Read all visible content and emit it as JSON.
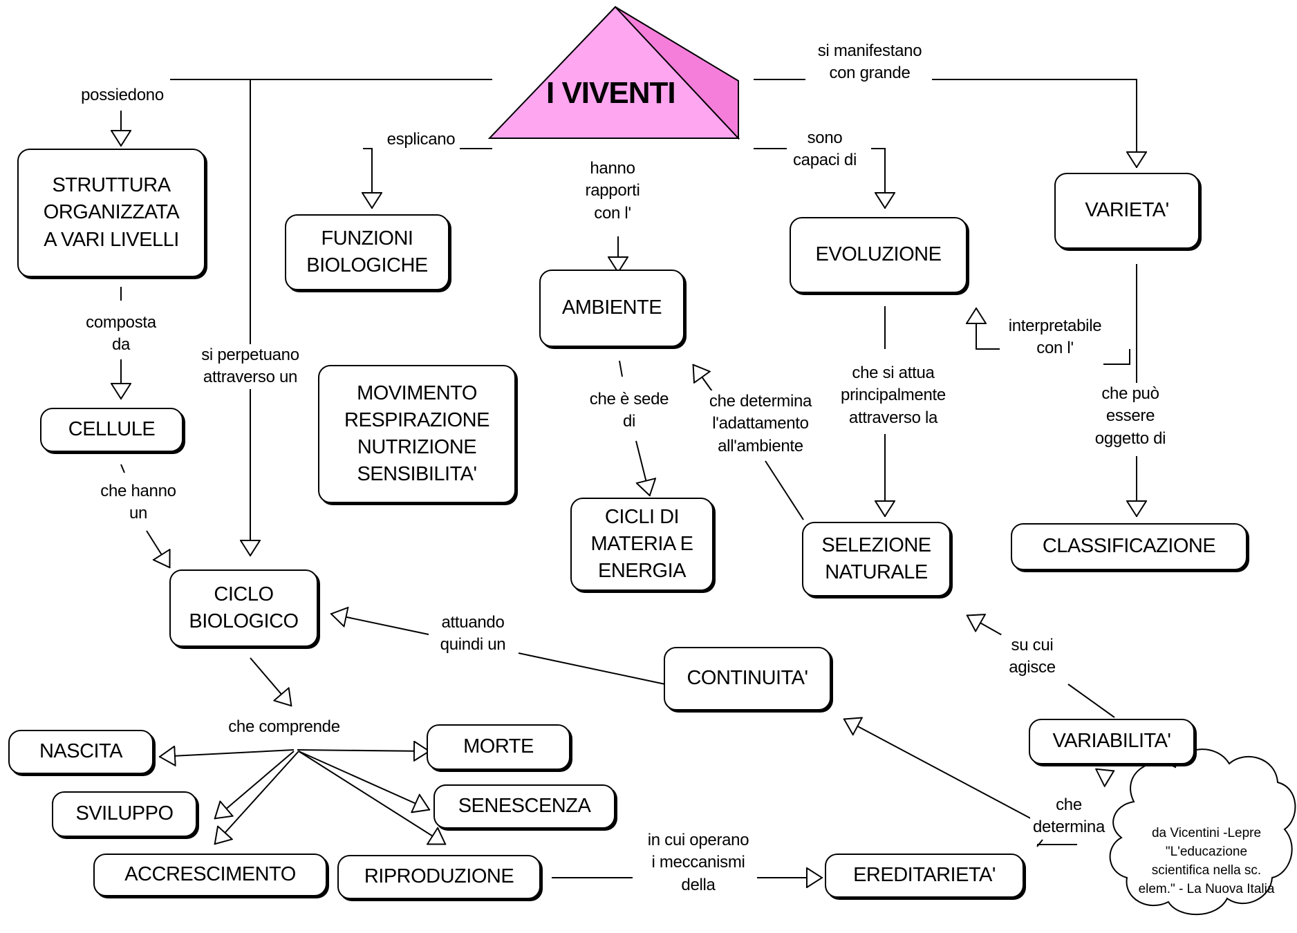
{
  "title": "I VIVENTI",
  "colors": {
    "pyramid_front": "#FFA6F0",
    "pyramid_side": "#F57EDB",
    "line": "#000000"
  },
  "nodes": {
    "struttura": "STRUTTURA\nORGANIZZATA\nA VARI LIVELLI",
    "funzioni": "FUNZIONI\nBIOLOGICHE",
    "ambiente": "AMBIENTE",
    "evoluzione": "EVOLUZIONE",
    "varieta": "VARIETA'",
    "cellule": "CELLULE",
    "movimento": "MOVIMENTO\nRESPIRAZIONE\nNUTRIZIONE\nSENSIBILITA'",
    "cicli": "CICLI DI\nMATERIA E\nENERGIA",
    "selezione": "SELEZIONE\nNATURALE",
    "classificazione": "CLASSIFICAZIONE",
    "ciclo": "CICLO\nBIOLOGICO",
    "continuita": "CONTINUITA'",
    "nascita": "NASCITA",
    "morte": "MORTE",
    "sviluppo": "SVILUPPO",
    "senescenza": "SENESCENZA",
    "accrescimento": "ACCRESCIMENTO",
    "riproduzione": "RIPRODUZIONE",
    "ereditarieta": "EREDITARIETA'",
    "variabilita": "VARIABILITA'"
  },
  "labels": {
    "possiedono": "possiedono",
    "esplicano": "esplicano",
    "hanno_rapporti": "hanno\nrapporti\ncon l'",
    "sono_capaci": "sono\ncapaci di",
    "si_manifestano": "si manifestano\ncon grande",
    "composta_da": "composta\nda",
    "si_perpetuano": "si perpetuano\nattraverso un",
    "che_e_sede": "che è sede\ndi",
    "che_determina_adatt": "che determina\nl'adattamento\nall'ambiente",
    "che_si_attua": "che si attua\nprincipalmente\nattraverso la",
    "interpretabile": "interpretabile\ncon l'",
    "che_puo": "che può\nessere\noggetto di",
    "che_hanno_un": "che hanno\nun",
    "attuando": "attuando\nquindi un",
    "su_cui_agisce": "su cui\nagisce",
    "che_comprende": "che comprende",
    "in_cui_operano": "in cui operano\ni meccanismi\ndella",
    "che_determina": "che\ndetermina"
  },
  "credit": "da Vicentini -Lepre\n\"L'educazione\nscientifica nella sc.\nelem.\"  - La Nuova Italia"
}
